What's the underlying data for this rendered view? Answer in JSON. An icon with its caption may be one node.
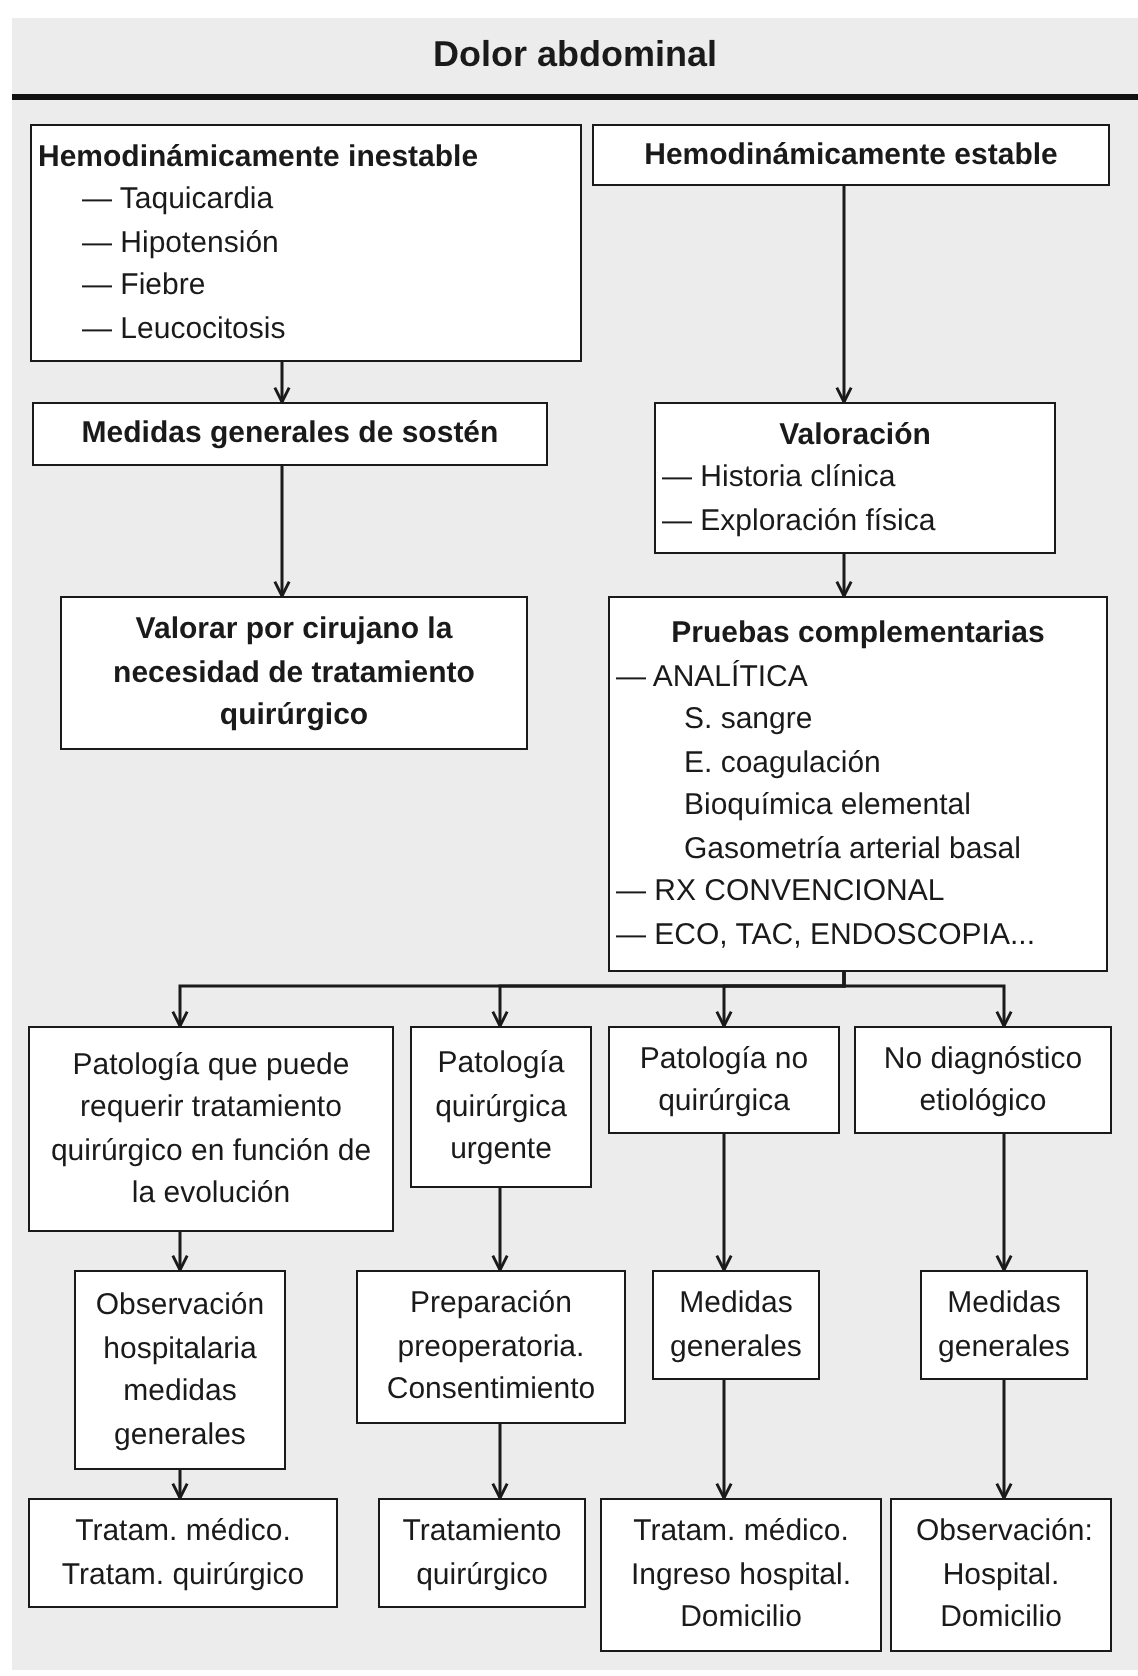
{
  "diagram": {
    "title": "Dolor abdominal",
    "nodes": [
      {
        "text": [
          "Hemodinámicamente inestable",
          "— Taquicardia",
          "— Hipotensión",
          "— Fiebre",
          "— Leucocitosis"
        ]
      },
      {
        "text": [
          "Hemodinámicamente estable"
        ]
      },
      {
        "text": [
          "Medidas generales de sostén"
        ]
      },
      {
        "text": [
          "Valoración",
          "— Historia clínica",
          "— Exploración física"
        ]
      },
      {
        "text": [
          "Valorar por cirujano la necesidad de tratamiento quirúrgico"
        ]
      },
      {
        "text": [
          "Pruebas complementarias",
          "— ANALÍTICA",
          "S. sangre",
          "E. coagulación",
          "Bioquímica elemental",
          "Gasometría arterial basal",
          "— RX CONVENCIONAL",
          "— ECO, TAC, ENDOSCOPIA..."
        ]
      },
      {
        "text": [
          "Patología que puede requerir tratamiento quirúrgico en función de la evolución"
        ]
      },
      {
        "text": [
          "Patología quirúrgica urgente"
        ]
      },
      {
        "text": [
          "Patología no quirúrgica"
        ]
      },
      {
        "text": [
          "No diagnóstico etiológico"
        ]
      },
      {
        "text": [
          "Observación hospitalaria medidas generales"
        ]
      },
      {
        "text": [
          "Preparación preoperatoria. Consentimiento"
        ]
      },
      {
        "text": [
          "Medidas generales"
        ]
      },
      {
        "text": [
          "Medidas generales"
        ]
      },
      {
        "text": [
          "Tratam. médico. Tratam. quirúrgico"
        ]
      },
      {
        "text": [
          "Tratamiento quirúrgico"
        ]
      },
      {
        "text": [
          "Tratam. médico. Ingreso hospital. Domicilio"
        ]
      },
      {
        "text": [
          "Observación: Hospital. Domicilio"
        ]
      }
    ],
    "edges": [
      {
        "from": 0,
        "to": 2,
        "arrow": "to"
      },
      {
        "from": 2,
        "to": 4,
        "arrow": "to"
      },
      {
        "from": 1,
        "to": 3,
        "arrow": "to"
      },
      {
        "from": 3,
        "to": 5,
        "arrow": "to"
      },
      {
        "from": 5,
        "to": 6,
        "arrow": "to"
      },
      {
        "from": 5,
        "to": 7,
        "arrow": "to"
      },
      {
        "from": 5,
        "to": 8,
        "arrow": "to"
      },
      {
        "from": 5,
        "to": 9,
        "arrow": "to"
      },
      {
        "from": 6,
        "to": 10,
        "arrow": "to"
      },
      {
        "from": 7,
        "to": 11,
        "arrow": "to"
      },
      {
        "from": 8,
        "to": 12,
        "arrow": "to"
      },
      {
        "from": 9,
        "to": 13,
        "arrow": "to"
      },
      {
        "from": 10,
        "to": 14,
        "arrow": "to"
      },
      {
        "from": 11,
        "to": 15,
        "arrow": "to"
      },
      {
        "from": 12,
        "to": 16,
        "arrow": "to"
      },
      {
        "from": 13,
        "to": 17,
        "arrow": "to"
      }
    ]
  }
}
